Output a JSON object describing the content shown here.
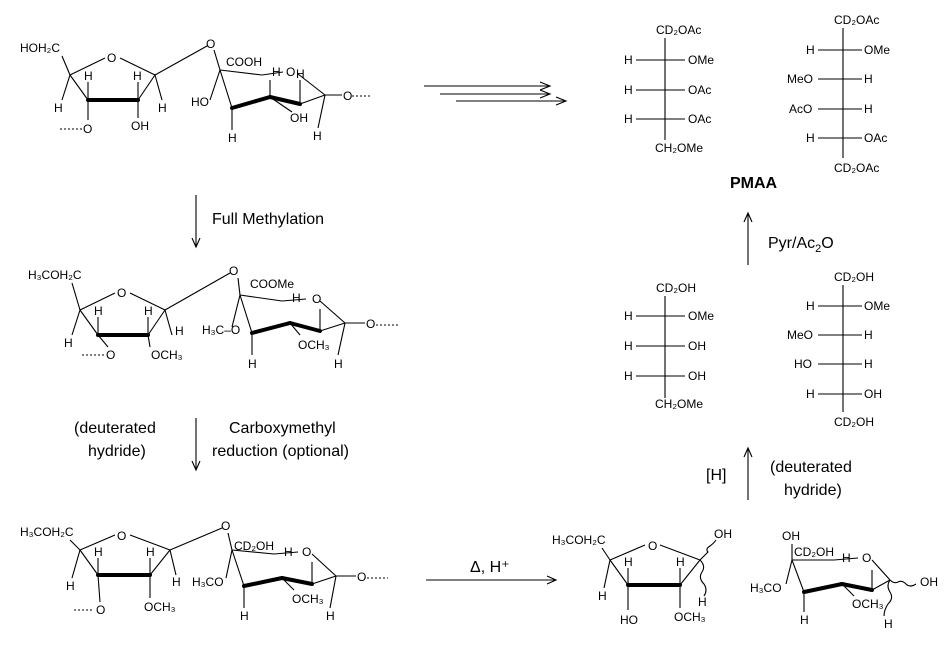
{
  "steps": {
    "full_methylation": "Full Methylation",
    "deuterated_hydride_1": "(deuterated",
    "deuterated_hydride_2": "hydride)",
    "carboxymethyl_1": "Carboxymethyl",
    "carboxymethyl_2": "reduction (optional)",
    "hydrolysis": "Δ, H⁺",
    "reduction": "[H]",
    "deuterated_hydride_b1": "(deuterated",
    "deuterated_hydride_b2": "hydride)",
    "acetylation": "Pyr/Ac",
    "acetylation_sub": "2",
    "acetylation_end": "O",
    "product": "PMAA"
  },
  "labels": {
    "hoh2c": "HOH₂C",
    "h3coh2c": "H₃COH₂C",
    "h": "H",
    "o": "O",
    "oh": "OH",
    "och3": "OCH₃",
    "h3co": "H₃CO",
    "h3c_o": "H₃C–O",
    "cooh": "COOH",
    "coome": "COOMe",
    "cd2oh": "CD₂OH",
    "cd2oac": "CD₂OAc",
    "ch2ome": "CH₂OMe",
    "ome": "OMe",
    "oac": "OAc",
    "meo": "MeO",
    "aco": "AcO",
    "ho": "HO"
  }
}
